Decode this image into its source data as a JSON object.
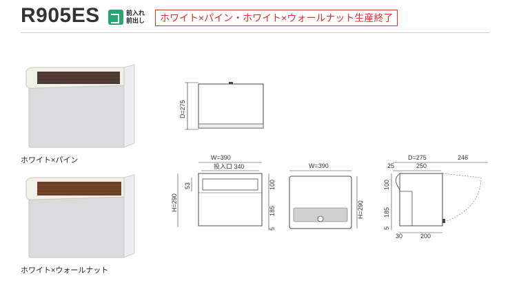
{
  "header": {
    "model": "R905ES",
    "badge_line1": "前入れ",
    "badge_line2": "前出し",
    "notice": "ホワイト×パイン・ホワイト×ウォールナット生産終了"
  },
  "products": [
    {
      "caption": "ホワイト×パイン"
    },
    {
      "caption": "ホワイト×ウォールナット"
    }
  ],
  "dimensions": {
    "top": {
      "depth": "D=275"
    },
    "front": {
      "width": "W=390",
      "slot": "投入口 340",
      "height": "H=290",
      "slot_h": "53",
      "upper": "100",
      "lower": "185",
      "bottom": "5"
    },
    "back": {
      "width": "W=390",
      "height": "H=290"
    },
    "side": {
      "depth": "D=275",
      "swing": "246",
      "a": "25",
      "b": "250",
      "upper": "100",
      "lower": "185",
      "bottom": "5",
      "c": "30",
      "d": "200"
    }
  },
  "colors": {
    "accent_red": "#d9302a",
    "badge_green": "#2aa56f"
  }
}
